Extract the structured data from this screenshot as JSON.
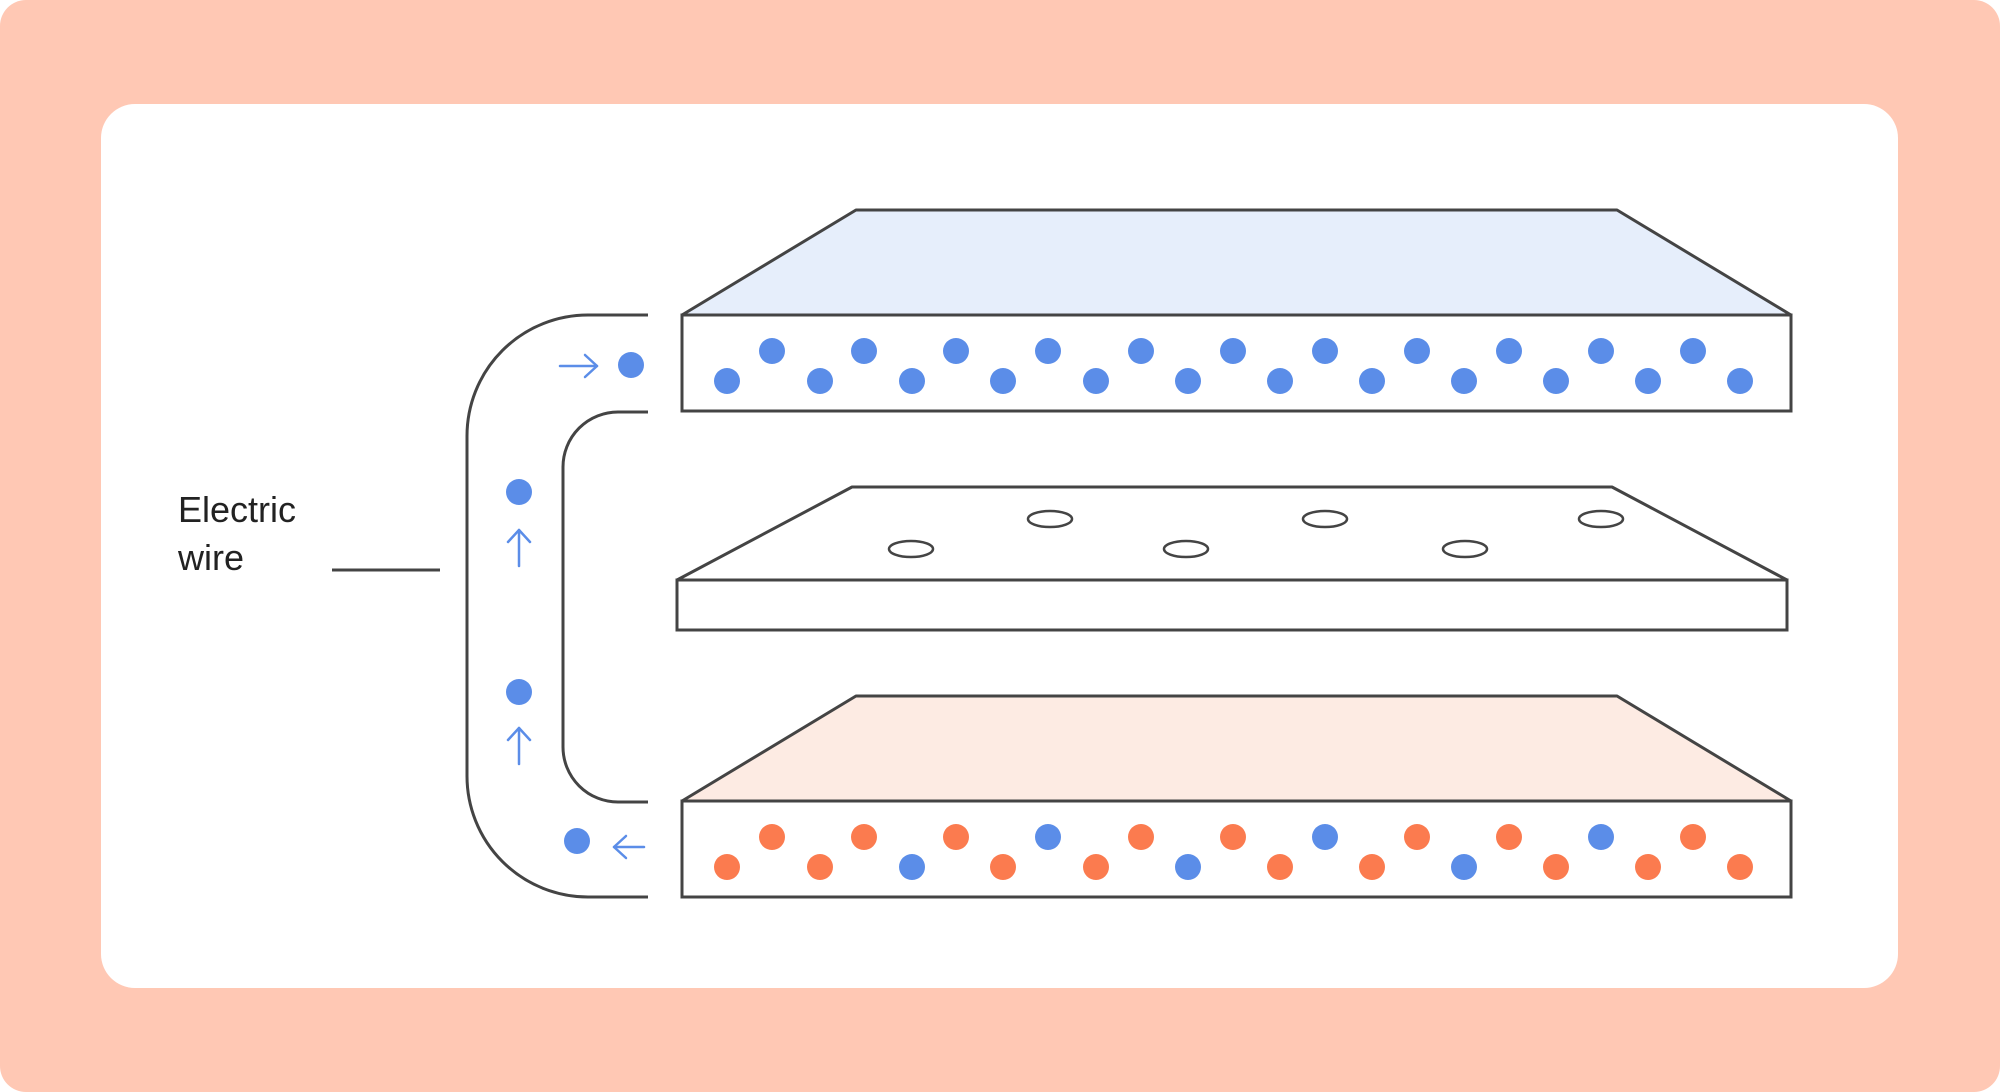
{
  "label": {
    "lines": [
      "Electric",
      "wire"
    ]
  },
  "colors": {
    "background": "#ffc8b4",
    "card": "#ffffff",
    "outline": "#444444",
    "electron": "#5b8de8",
    "hole": "#5b8de8",
    "positive_particle": "#fb7b4f",
    "top_plate_face": "#e6eefb",
    "bottom_plate_face": "#fdebe3"
  },
  "icons": {
    "electron": "filled-blue-circle",
    "hole": "dashed-blue-circle",
    "positive_particle": "filled-orange-circle",
    "pore": "ellipse-outline",
    "direction": "arrow"
  }
}
